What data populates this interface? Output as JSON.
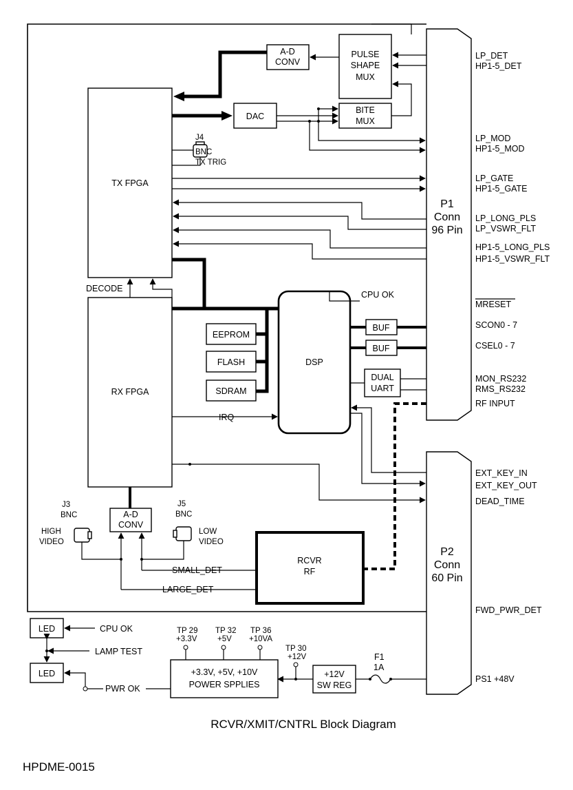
{
  "diagram": {
    "caption": "RCVR/XMIT/CNTRL Block Diagram",
    "doc_id": "HPDME-0015",
    "blocks": {
      "tx_fpga": "TX FPGA",
      "rx_fpga": "RX FPGA",
      "dsp": "DSP",
      "adc_top": [
        "A-D",
        "CONV"
      ],
      "dac": "DAC",
      "pulse_shape_mux": [
        "PULSE",
        "SHAPE",
        "MUX"
      ],
      "bite_mux": [
        "BITE",
        "MUX"
      ],
      "eeprom": "EEPROM",
      "flash": "FLASH",
      "sdram": "SDRAM",
      "buf1": "BUF",
      "buf2": "BUF",
      "dual_uart": [
        "DUAL",
        "UART"
      ],
      "adc_bottom": [
        "A-D",
        "CONV"
      ],
      "rcvr_rf": [
        "RCVR",
        "RF"
      ],
      "p1": [
        "P1",
        "Conn",
        "96 Pin"
      ],
      "p2": [
        "P2",
        "Conn",
        "60 Pin"
      ],
      "led1": "LED",
      "led2": "LED",
      "power_supplies": [
        "+3.3V, +5V, +10V",
        "POWER SPPLIES"
      ],
      "sw_reg": [
        "+12V",
        "SW REG"
      ]
    },
    "labels": {
      "j4": [
        "J4",
        "BNC",
        "TX TRIG"
      ],
      "decode": "DECODE",
      "cpu_ok_top": "CPU OK",
      "irq": "IRQ",
      "j3": [
        "J3",
        "BNC"
      ],
      "high_video": [
        "HIGH",
        "VIDEO"
      ],
      "j5": [
        "J5",
        "BNC"
      ],
      "low_video": [
        "LOW",
        "VIDEO"
      ],
      "small_det": "SMALL_DET",
      "large_det": "LARGE_DET",
      "cpu_ok_bottom": "CPU OK",
      "lamp_test": "LAMP TEST",
      "pwr_ok": "PWR OK",
      "tp29": [
        "TP 29",
        "+3.3V"
      ],
      "tp32": [
        "TP 32",
        "+5V"
      ],
      "tp36": [
        "TP 36",
        "+10VA"
      ],
      "tp30": [
        "TP 30",
        "+12V"
      ],
      "f1": [
        "F1",
        "1A"
      ]
    },
    "p1_signals": [
      "LP_DET",
      "HP1-5_DET",
      "LP_MOD",
      "HP1-5_MOD",
      "LP_GATE",
      "HP1-5_GATE",
      "LP_LONG_PLS",
      "LP_VSWR_FLT",
      "HP1-5_LONG_PLS",
      "HP1-5_VSWR_FLT",
      "MRESET",
      "SCON0 - 7",
      "CSEL0 - 7",
      "MON_RS232",
      "RMS_RS232",
      "RF INPUT"
    ],
    "p2_signals": [
      "EXT_KEY_IN",
      "EXT_KEY_OUT",
      "DEAD_TIME",
      "FWD_PWR_DET",
      "PS1 +48V"
    ]
  }
}
